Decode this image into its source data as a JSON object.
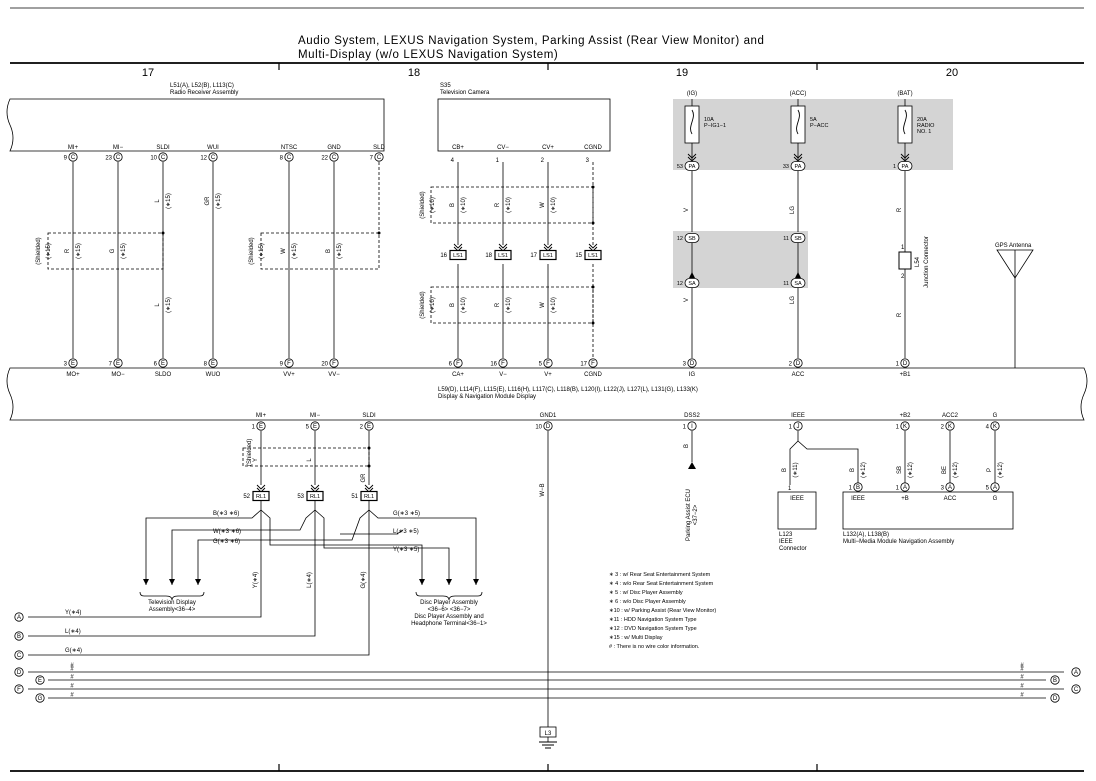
{
  "title": {
    "line1": "Audio System, LEXUS Navigation System, Parking Assist (Rear View Monitor) and",
    "line2": "Multi-Display (w/o LEXUS Navigation System)"
  },
  "columns": [
    "17",
    "18",
    "19",
    "20"
  ],
  "radio": {
    "ref": "L51(A), L52(B), L113(C)",
    "name": "Radio Receiver Assembly",
    "pins": [
      {
        "label": "MI+",
        "num": "9",
        "conn": "C"
      },
      {
        "label": "MI−",
        "num": "23",
        "conn": "C"
      },
      {
        "label": "SLDI",
        "num": "10",
        "conn": "C"
      },
      {
        "label": "WUI",
        "num": "12",
        "conn": "C"
      },
      {
        "label": "NTSC",
        "num": "8",
        "conn": "C"
      },
      {
        "label": "GND",
        "num": "22",
        "conn": "C"
      },
      {
        "label": "SLD",
        "num": "7",
        "conn": "C"
      }
    ]
  },
  "camera": {
    "ref": "S35",
    "name": "Television Camera",
    "pins": [
      {
        "label": "CB+",
        "num": "4"
      },
      {
        "label": "CV−",
        "num": "1"
      },
      {
        "label": "CV+",
        "num": "2"
      },
      {
        "label": "CGND",
        "num": "3"
      }
    ]
  },
  "fuses": [
    {
      "group": "(IG)",
      "amp": "10A",
      "name": "P−IG1−1",
      "num": "53",
      "conn": "PA"
    },
    {
      "group": "(ACC)",
      "amp": "5A",
      "name": "P−ACC",
      "num": "33",
      "conn": "PA"
    },
    {
      "group": "(BAT)",
      "amp": "20A",
      "name": "RADIO",
      "name2": "NO. 1",
      "num": "1",
      "conn": "PA"
    }
  ],
  "wires": {
    "r": "R",
    "g": "G",
    "l": "L",
    "gr": "GR",
    "w": "W",
    "b": "B",
    "v": "V",
    "lg": "LG",
    "y": "Y",
    "be": "BE",
    "p": "P",
    "sb": "SB",
    "wb": "W−B"
  },
  "notes": {
    "shielded": "(Shielded)",
    "n15": "(∗15)",
    "n10": "(∗10)",
    "n11": "(∗11)",
    "n12": "(∗12)",
    "n4": "(∗4)"
  },
  "ls1": {
    "top": [
      {
        "num": "16",
        "conn": "LS1"
      },
      {
        "num": "18",
        "conn": "LS1"
      },
      {
        "num": "17",
        "conn": "LS1"
      },
      {
        "num": "15",
        "conn": "LS1"
      }
    ]
  },
  "junction": {
    "sb12": "12",
    "sb11": "11",
    "sb": "SB",
    "sa12": "12",
    "sa11": "11",
    "sa": "SA",
    "ref": "L54",
    "name": "Junction Connector",
    "pin1": "1",
    "pin2": "2"
  },
  "gps": {
    "name": "GPS Antenna"
  },
  "display_top_pins": [
    {
      "num": "3",
      "conn": "E",
      "label": "MO+"
    },
    {
      "num": "7",
      "conn": "E",
      "label": "MO−"
    },
    {
      "num": "6",
      "conn": "E",
      "label": "SLDO"
    },
    {
      "num": "8",
      "conn": "E",
      "label": "WUO"
    },
    {
      "num": "9",
      "conn": "F",
      "label": "VV+"
    },
    {
      "num": "20",
      "conn": "F",
      "label": "VV−"
    },
    {
      "num": "6",
      "conn": "F",
      "label": "CA+"
    },
    {
      "num": "16",
      "conn": "F",
      "label": "V−"
    },
    {
      "num": "5",
      "conn": "F",
      "label": "V+"
    },
    {
      "num": "17",
      "conn": "F",
      "label": "CGND"
    },
    {
      "num": "3",
      "conn": "D",
      "label": "IG"
    },
    {
      "num": "2",
      "conn": "D",
      "label": "ACC"
    },
    {
      "num": "1",
      "conn": "D",
      "label": "+B1"
    }
  ],
  "display": {
    "ref": "L59(D), L114(F), L115(E), L116(H), L117(C), L118(B), L120(I), L122(J), L127(L), L131(G), L133(K)",
    "name": "Display & Navigation Module Display"
  },
  "display_bottom_pins": [
    {
      "label": "MI+",
      "num": "1",
      "conn": "E"
    },
    {
      "label": "MI−",
      "num": "5",
      "conn": "E"
    },
    {
      "label": "SLDI",
      "num": "2",
      "conn": "E"
    },
    {
      "label": "GND1",
      "num": "10",
      "conn": "D"
    },
    {
      "label": "DSS2",
      "num": "1",
      "conn": "I"
    },
    {
      "label": "IEEE",
      "num": "1",
      "conn": "J"
    },
    {
      "label": "+B2",
      "num": "1",
      "conn": "K"
    },
    {
      "label": "ACC2",
      "num": "2",
      "conn": "K"
    },
    {
      "label": "G",
      "num": "4",
      "conn": "K"
    }
  ],
  "rl1": [
    {
      "num": "52",
      "conn": "RL1"
    },
    {
      "num": "53",
      "conn": "RL1"
    },
    {
      "num": "51",
      "conn": "RL1"
    }
  ],
  "branch_labels": {
    "b36": "B(∗3 ∗6)",
    "w36": "W(∗3 ∗6)",
    "g36": "G(∗3 ∗6)",
    "g35": "G(∗3 ∗5)",
    "l35": "L(∗3 ∗5)",
    "y35": "Y(∗3 ∗5)",
    "y4": "Y(∗4)",
    "l4": "L(∗4)",
    "g4": "G(∗4)"
  },
  "tv_display": {
    "line1": "Television Display",
    "line2": "Assembly<36−4>"
  },
  "disc_player": {
    "line1": "Disc Player Assembly",
    "line2": "<36−6> <36−7>",
    "line3": "Disc Player Assembly and",
    "line4": "Headphone Terminal<36−1>"
  },
  "parking_ecu": {
    "line1": "Parking Assist ECU",
    "line2": "<37−2>"
  },
  "ieee": {
    "num": "1",
    "conn": "IEEE",
    "ref": "L123",
    "name1": "IEEE",
    "name2": "Connector"
  },
  "mmm": {
    "ref": "L132(A), L138(B)",
    "name": "Multi−Media Module Navigation Assembly",
    "pins": [
      {
        "num": "1",
        "conn": "B",
        "label": "IEEE"
      },
      {
        "num": "1",
        "conn": "A",
        "label": "+B"
      },
      {
        "num": "3",
        "conn": "A",
        "label": "ACC"
      },
      {
        "num": "5",
        "conn": "A",
        "label": "G"
      }
    ]
  },
  "legend": [
    "∗ 3 : w/ Rear Seat Entertainment System",
    "∗ 4 : w/o Rear Seat Entertainment System",
    "∗ 5 : w/ Disc Player Assembly",
    "∗ 6 : w/o Disc Player Assembly",
    "∗10 : w/ Parking Assist (Rear View Monitor)",
    "∗11 : HDD Navigation System Type",
    "∗12 : DVD Navigation System Type",
    "∗15 : w/ Multi Display",
    "# : There is no wire color information."
  ],
  "left_refs": [
    "A",
    "B",
    "C",
    "D",
    "E",
    "F",
    "G"
  ],
  "right_refs": [
    "A",
    "B",
    "C",
    "D"
  ],
  "hash": "#",
  "ground": "L3"
}
